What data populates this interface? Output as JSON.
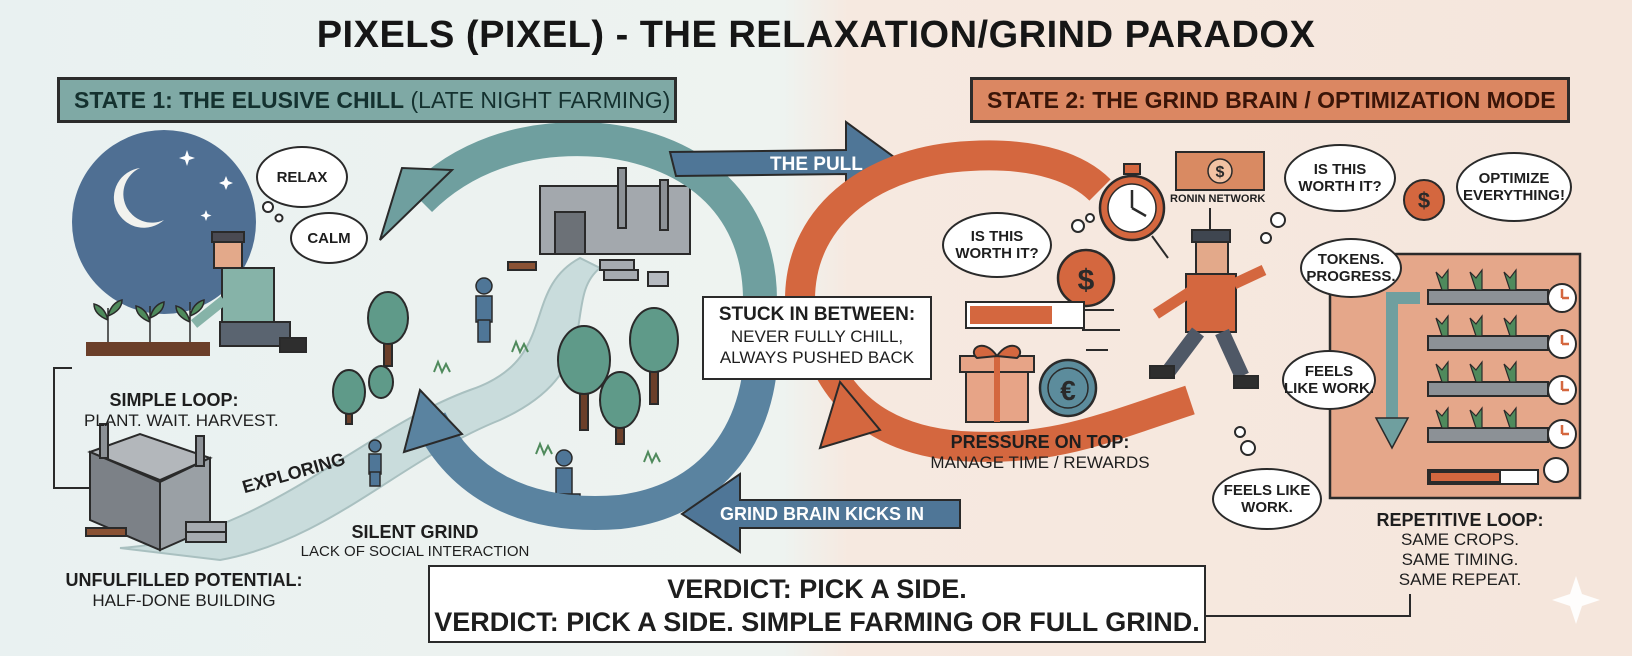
{
  "title": "PIXELS (PIXEL) - THE RELAXATION/GRIND PARADOX",
  "state1": {
    "bold": "STATE 1: THE ELUSIVE CHILL",
    "light": " (LATE NIGHT FARMING)"
  },
  "state2": {
    "label": "STATE 2: THE GRIND BRAIN / OPTIMIZATION MODE"
  },
  "bubbles_left": {
    "relax": "RELAX",
    "calm": "CALM"
  },
  "simple_loop": {
    "title": "SIMPLE LOOP:",
    "desc": "PLANT. WAIT. HARVEST."
  },
  "unfulfilled": {
    "title": "UNFULFILLED POTENTIAL:",
    "desc": "HALF-DONE BUILDING"
  },
  "exploring": "EXPLORING",
  "silent_grind": {
    "title": "SILENT GRIND",
    "desc": "LACK OF SOCIAL INTERACTION"
  },
  "arrows": {
    "pull": "THE PULL",
    "grind": "GRIND BRAIN KICKS IN"
  },
  "stuck": {
    "title": "STUCK IN BETWEEN:",
    "line1": "NEVER FULLY CHILL,",
    "line2": "ALWAYS PUSHED BACK"
  },
  "ronin": "RONIN NETWORK",
  "bubbles_right": {
    "worth_left": "IS THIS\nWORTH IT?",
    "worth_right": "IS THIS\nWORTH IT?",
    "optimize": "OPTIMIZE\nEVERYTHING!",
    "tokens": "TOKENS.\nPROGRESS.",
    "feels_right": "FEELS\nLIKE WORK.",
    "feels_bottom": "FEELS LIKE\nWORK."
  },
  "pressure": {
    "title": "PRESSURE ON TOP:",
    "desc": "MANAGE TIME / REWARDS"
  },
  "repetitive": {
    "title": "REPETITIVE LOOP:",
    "l1": "SAME CROPS.",
    "l2": "SAME TIMING.",
    "l3": "SAME REPEAT."
  },
  "verdict": {
    "line1": "VERDICT: PICK A SIDE.",
    "line2": "VERDICT: PICK A SIDE. SIMPLE FARMING OR FULL GRIND."
  },
  "colors": {
    "teal": "#6f9f9f",
    "blue": "#4f7697",
    "orange": "#d4673f",
    "night": "#4f6f93",
    "banner1": "#7fa9a5",
    "banner2": "#db8762"
  },
  "icons": [
    "moon-icon",
    "star-icon",
    "farmer-figure",
    "plant-icon",
    "tree-icon",
    "building-icon",
    "stopwatch-icon",
    "dollar-coin-icon",
    "euro-coin-icon",
    "gift-icon",
    "banknote-icon",
    "progress-bar-icon",
    "runner-figure",
    "crop-rack-icon",
    "timer-icon"
  ]
}
